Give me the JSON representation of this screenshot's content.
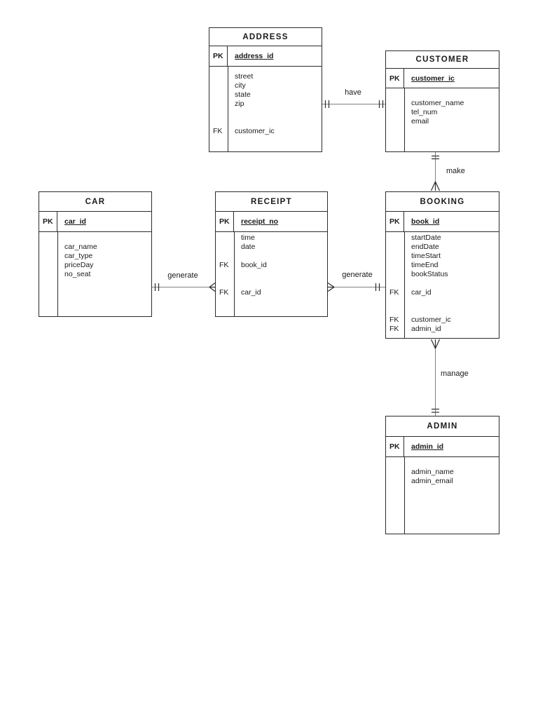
{
  "colors": {
    "entity_border": "#2b2b2b",
    "relationship_line": "#7f7f7f",
    "text": "#1a1a1a",
    "background": "#ffffff"
  },
  "entities": {
    "address": {
      "title": "ADDRESS",
      "pk_key": "PK",
      "pk_value": "address_id",
      "rows": [
        {
          "key": "",
          "value": "street"
        },
        {
          "key": "",
          "value": "city"
        },
        {
          "key": "",
          "value": "state"
        },
        {
          "key": "",
          "value": "zip"
        },
        {
          "key": "",
          "value": ""
        },
        {
          "key": "",
          "value": ""
        },
        {
          "key": "FK",
          "value": "customer_ic"
        }
      ]
    },
    "customer": {
      "title": "CUSTOMER",
      "pk_key": "PK",
      "pk_value": "customer_ic",
      "rows": [
        {
          "key": "",
          "value": ""
        },
        {
          "key": "",
          "value": "customer_name"
        },
        {
          "key": "",
          "value": "tel_num"
        },
        {
          "key": "",
          "value": "email"
        }
      ]
    },
    "car": {
      "title": "CAR",
      "pk_key": "PK",
      "pk_value": "car_id",
      "rows": [
        {
          "key": "",
          "value": ""
        },
        {
          "key": "",
          "value": "car_name"
        },
        {
          "key": "",
          "value": "car_type"
        },
        {
          "key": "",
          "value": "priceDay"
        },
        {
          "key": "",
          "value": "no_seat"
        }
      ]
    },
    "receipt": {
      "title": "RECEIPT",
      "pk_key": "PK",
      "pk_value": "receipt_no",
      "rows": [
        {
          "key": "",
          "value": "time"
        },
        {
          "key": "",
          "value": "date"
        },
        {
          "key": "",
          "value": ""
        },
        {
          "key": "FK",
          "value": "book_id"
        },
        {
          "key": "",
          "value": ""
        },
        {
          "key": "",
          "value": ""
        },
        {
          "key": "FK",
          "value": "car_id"
        }
      ]
    },
    "booking": {
      "title": "BOOKING",
      "pk_key": "PK",
      "pk_value": "book_id",
      "rows": [
        {
          "key": "",
          "value": "startDate"
        },
        {
          "key": "",
          "value": "endDate"
        },
        {
          "key": "",
          "value": "timeStart"
        },
        {
          "key": "",
          "value": "timeEnd"
        },
        {
          "key": "",
          "value": "bookStatus"
        },
        {
          "key": "",
          "value": ""
        },
        {
          "key": "FK",
          "value": "car_id"
        },
        {
          "key": "",
          "value": ""
        },
        {
          "key": "",
          "value": ""
        },
        {
          "key": "FK",
          "value": "customer_ic"
        },
        {
          "key": "FK",
          "value": "admin_id"
        }
      ]
    },
    "admin": {
      "title": "ADMIN",
      "pk_key": "PK",
      "pk_value": "admin_id",
      "rows": [
        {
          "key": "",
          "value": ""
        },
        {
          "key": "",
          "value": "admin_name"
        },
        {
          "key": "",
          "value": "admin_email"
        }
      ]
    }
  },
  "relationships": {
    "have": {
      "label": "have",
      "from": "ADDRESS",
      "to": "CUSTOMER",
      "from_cardinality": "one-and-only-one",
      "to_cardinality": "one-and-only-one"
    },
    "make": {
      "label": "make",
      "from": "CUSTOMER",
      "to": "BOOKING",
      "from_cardinality": "one-and-only-one",
      "to_cardinality": "many"
    },
    "generate_car_receipt": {
      "label": "generate",
      "from": "CAR",
      "to": "RECEIPT",
      "from_cardinality": "one-and-only-one",
      "to_cardinality": "many"
    },
    "generate_receipt_booking": {
      "label": "generate",
      "from": "RECEIPT",
      "to": "BOOKING",
      "from_cardinality": "many",
      "to_cardinality": "one-and-only-one"
    },
    "manage": {
      "label": "manage",
      "from": "BOOKING",
      "to": "ADMIN",
      "from_cardinality": "many",
      "to_cardinality": "one-and-only-one"
    }
  }
}
